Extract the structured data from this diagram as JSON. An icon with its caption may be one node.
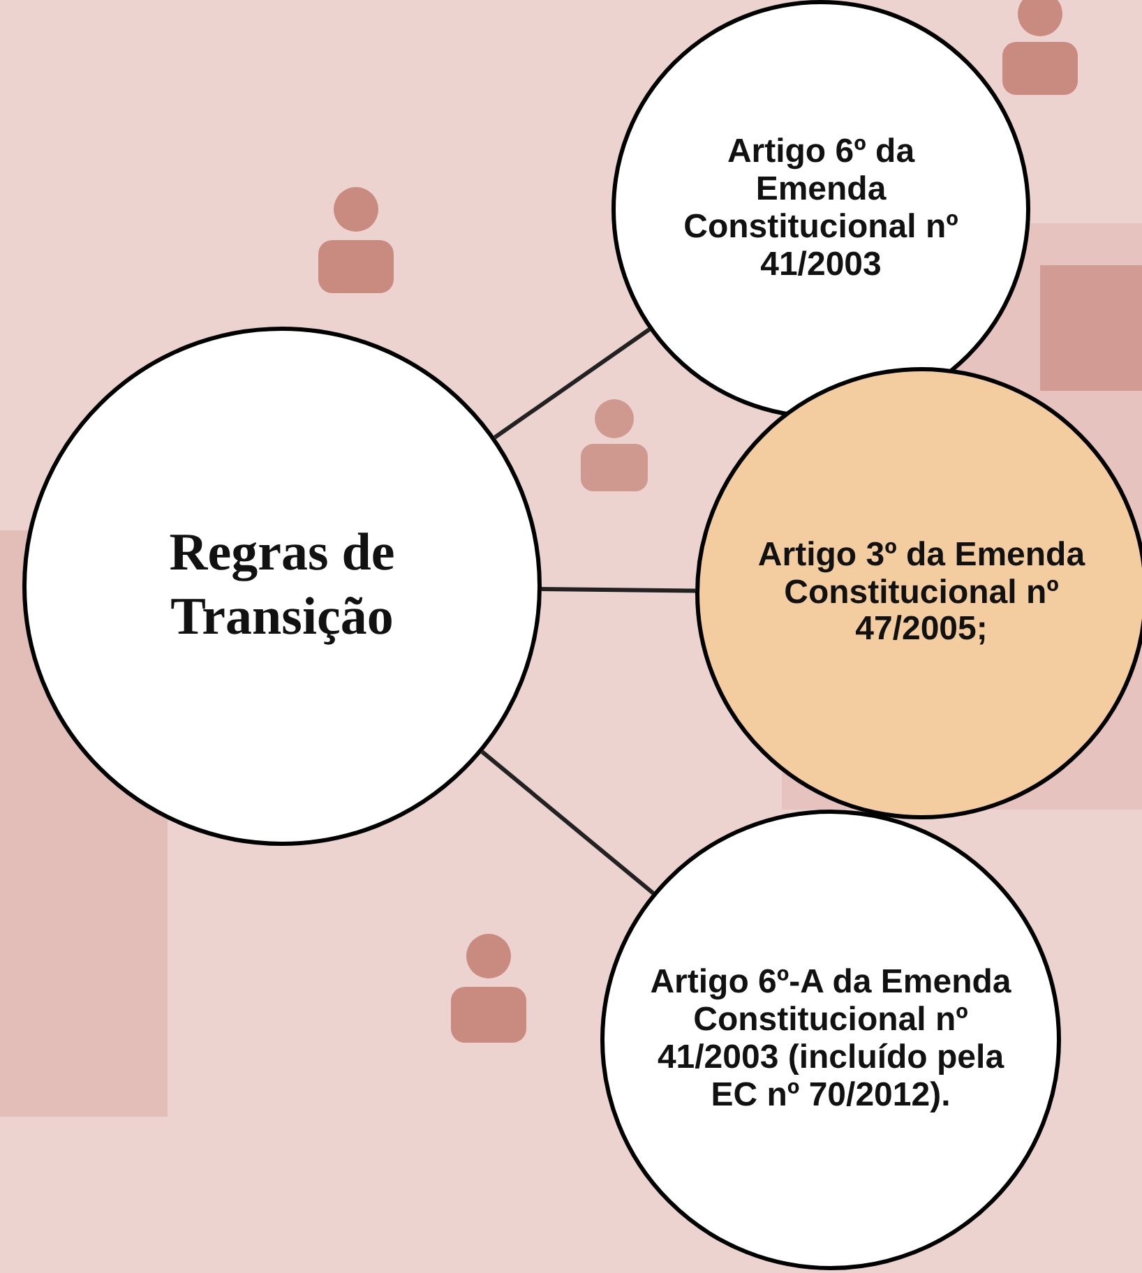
{
  "diagram": {
    "nodes": [
      {
        "text": [
          "Regras de Transição"
        ]
      },
      {
        "text": [
          "Artigo 6º da Emenda Constitucional nº 41/2003"
        ]
      },
      {
        "text": [
          "Artigo 3º da Emenda Constitucional nº 47/2005;"
        ]
      },
      {
        "text": [
          "Artigo 6º-A da Emenda Constitucional nº 41/2003 (incluído pela EC nº 70/2012)."
        ]
      }
    ],
    "edges": [
      {
        "from": 0,
        "to": 1,
        "arrow": "none"
      },
      {
        "from": 0,
        "to": 2,
        "arrow": "none"
      },
      {
        "from": 0,
        "to": 3,
        "arrow": "none"
      }
    ]
  }
}
